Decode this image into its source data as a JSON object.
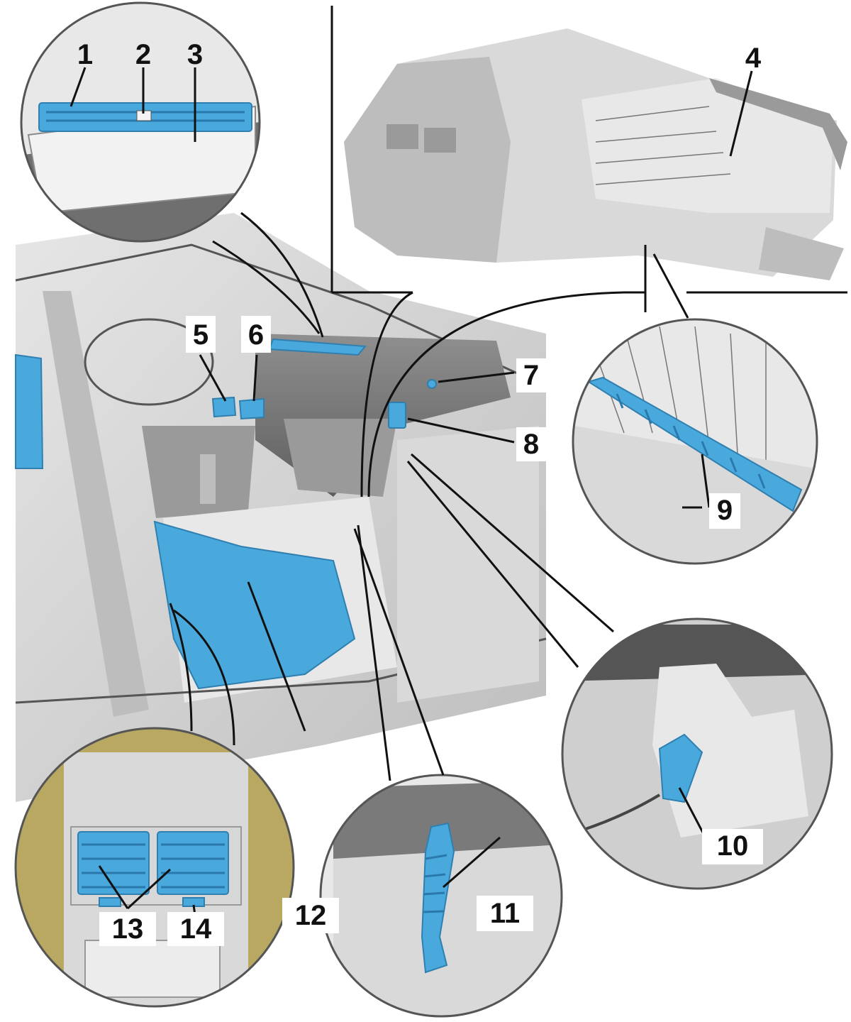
{
  "figure": {
    "colors": {
      "highlight": "#4aa9dc",
      "highlight_edge": "#2f7fb0",
      "line": "#111111",
      "background": "#ffffff"
    },
    "callouts": [
      {
        "id": "1",
        "label": "1"
      },
      {
        "id": "2",
        "label": "2"
      },
      {
        "id": "3",
        "label": "3"
      },
      {
        "id": "4",
        "label": "4"
      },
      {
        "id": "5",
        "label": "5"
      },
      {
        "id": "6",
        "label": "6"
      },
      {
        "id": "7",
        "label": "7"
      },
      {
        "id": "8",
        "label": "8"
      },
      {
        "id": "9",
        "label": "9"
      },
      {
        "id": "10",
        "label": "10"
      },
      {
        "id": "11",
        "label": "11"
      },
      {
        "id": "12",
        "label": "12"
      },
      {
        "id": "13",
        "label": "13"
      },
      {
        "id": "14",
        "label": "14"
      }
    ]
  }
}
